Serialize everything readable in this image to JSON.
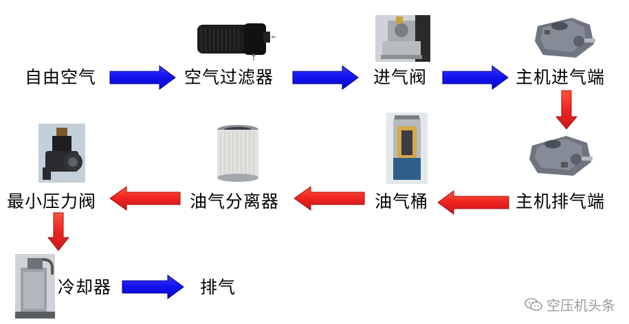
{
  "nodes": {
    "free_air": "自由空气",
    "air_filter": "空气过滤器",
    "intake_valve": "进气阀",
    "airend_inlet": "主机进气端",
    "airend_outlet": "主机排气端",
    "oil_tank": "油气桶",
    "separator": "油气分离器",
    "min_pressure_valve": "最小压力阀",
    "cooler": "冷却器",
    "exhaust": "排气"
  },
  "watermark": "空压机头条",
  "colors": {
    "blue_arrow": "#1a1aff",
    "red_arrow": "#ee2222"
  },
  "icons": {
    "air_filter": "air-filter-photo",
    "intake_valve": "intake-valve-photo",
    "airend": "screw-airend-photo",
    "oil_tank": "oil-tank-photo",
    "separator": "separator-element-photo",
    "min_pressure_valve": "min-pressure-valve-photo",
    "cooler": "cooler-photo",
    "watermark": "wechat-icon"
  }
}
